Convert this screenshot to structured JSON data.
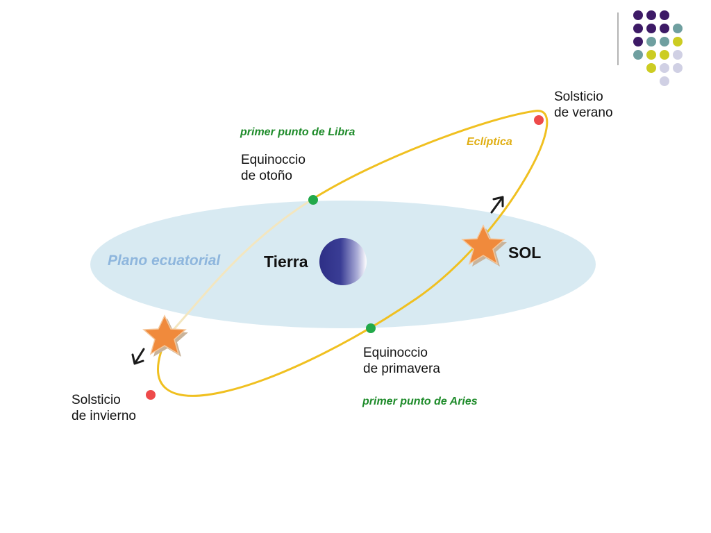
{
  "diagram": {
    "plane_label": "Plano ecuatorial",
    "earth_label": "Tierra",
    "sun_label": "SOL",
    "ecliptic_label": "Eclíptica",
    "libra_label": "primer punto de Libra",
    "aries_label": "primer punto de Aries",
    "autumn_equinox": {
      "line1": "Equinoccio",
      "line2": "de otoño"
    },
    "spring_equinox": {
      "line1": "Equinoccio",
      "line2": "de primavera"
    },
    "summer_solstice": {
      "line1": "Solsticio",
      "line2": "de verano"
    },
    "winter_solstice": {
      "line1": "Solsticio",
      "line2": "de invierno"
    }
  },
  "colors": {
    "plane": "#d8eaf2",
    "ecliptic": "#f0c020",
    "equinox_point": "#22a94a",
    "solstice_point": "#ee4a4a",
    "star": "#f08a3c",
    "earth_dark": "#2e2f86",
    "earth_light": "#ffffff",
    "dot_purple": "#3d1a66",
    "dot_teal": "#6f9fa0",
    "dot_yellow": "#cccc22",
    "dot_lavender": "#d0d0e4"
  },
  "decor": {
    "dot_grid": [
      [
        "purple",
        "purple",
        "purple",
        "none"
      ],
      [
        "purple",
        "purple",
        "purple",
        "teal"
      ],
      [
        "purple",
        "teal",
        "teal",
        "yellow"
      ],
      [
        "teal",
        "yellow",
        "yellow",
        "lavender"
      ],
      [
        "none",
        "yellow",
        "lavender",
        "lavender"
      ],
      [
        "none",
        "none",
        "lavender",
        "none"
      ]
    ]
  }
}
